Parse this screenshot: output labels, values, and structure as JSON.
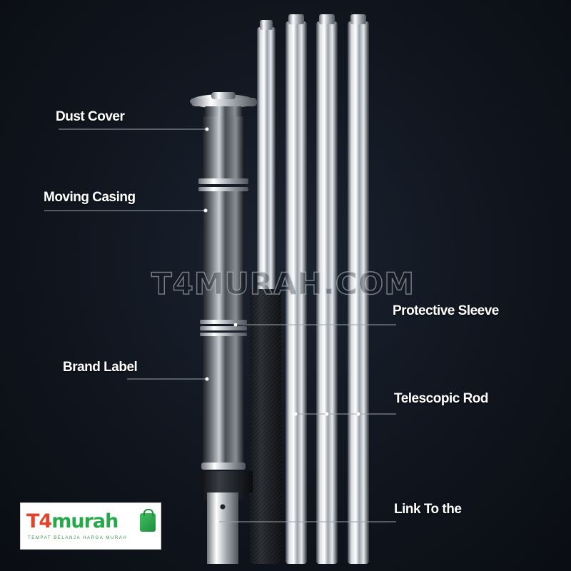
{
  "callouts": {
    "dust_cover": "Dust Cover",
    "moving_casing": "Moving Casing",
    "brand_label": "Brand Label",
    "protective_sleeve": "Protective Sleeve",
    "telescopic_rod": "Telescopic Rod",
    "link_to_the": "Link To the"
  },
  "watermark": "T4MURAH.COM",
  "logo": {
    "brand_prefix": "T4",
    "brand_suffix": "murah",
    "tagline": "TEMPAT BELANJA HARGA MURAH"
  },
  "colors": {
    "background": "#10151e",
    "label_text": "#ffffff",
    "leader_line": "#9aa3ad",
    "chrome_light": "#eef1f4",
    "chrome_dark": "#3b4048",
    "logo_red": "#e0452b",
    "logo_green": "#27a84a"
  }
}
